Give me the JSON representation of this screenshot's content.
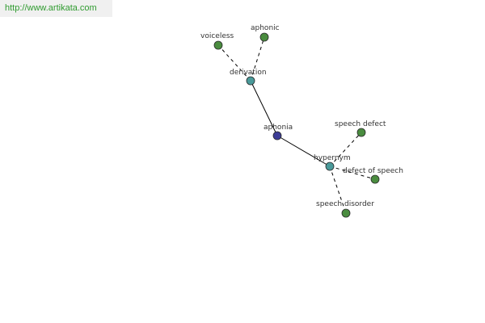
{
  "banner": {
    "url_text": "http://www.artikata.com",
    "color": "#2f9b2f"
  },
  "graph": {
    "colors": {
      "center": "#3c3c96",
      "relation": "#4a9a9a",
      "term": "#4a8c3f",
      "edge": "#000000"
    },
    "nodes": [
      {
        "id": "aphonia",
        "label": "aphonia",
        "kind": "center"
      },
      {
        "id": "derivation",
        "label": "derivation",
        "kind": "relation"
      },
      {
        "id": "hypernym",
        "label": "hypernym",
        "kind": "relation"
      },
      {
        "id": "voiceless",
        "label": "voiceless",
        "kind": "term"
      },
      {
        "id": "aphonic",
        "label": "aphonic",
        "kind": "term"
      },
      {
        "id": "speech-defect",
        "label": "speech defect",
        "kind": "term"
      },
      {
        "id": "defect-of-speech",
        "label": "defect of speech",
        "kind": "term"
      },
      {
        "id": "speech-disorder",
        "label": "speech disorder",
        "kind": "term"
      }
    ],
    "edges": [
      {
        "from": "aphonia",
        "to": "derivation",
        "style": "solid"
      },
      {
        "from": "aphonia",
        "to": "hypernym",
        "style": "solid"
      },
      {
        "from": "derivation",
        "to": "voiceless",
        "style": "dashed"
      },
      {
        "from": "derivation",
        "to": "aphonic",
        "style": "dashed"
      },
      {
        "from": "hypernym",
        "to": "speech-defect",
        "style": "dashed"
      },
      {
        "from": "hypernym",
        "to": "defect-of-speech",
        "style": "dashed"
      },
      {
        "from": "hypernym",
        "to": "speech-disorder",
        "style": "dashed"
      }
    ]
  }
}
